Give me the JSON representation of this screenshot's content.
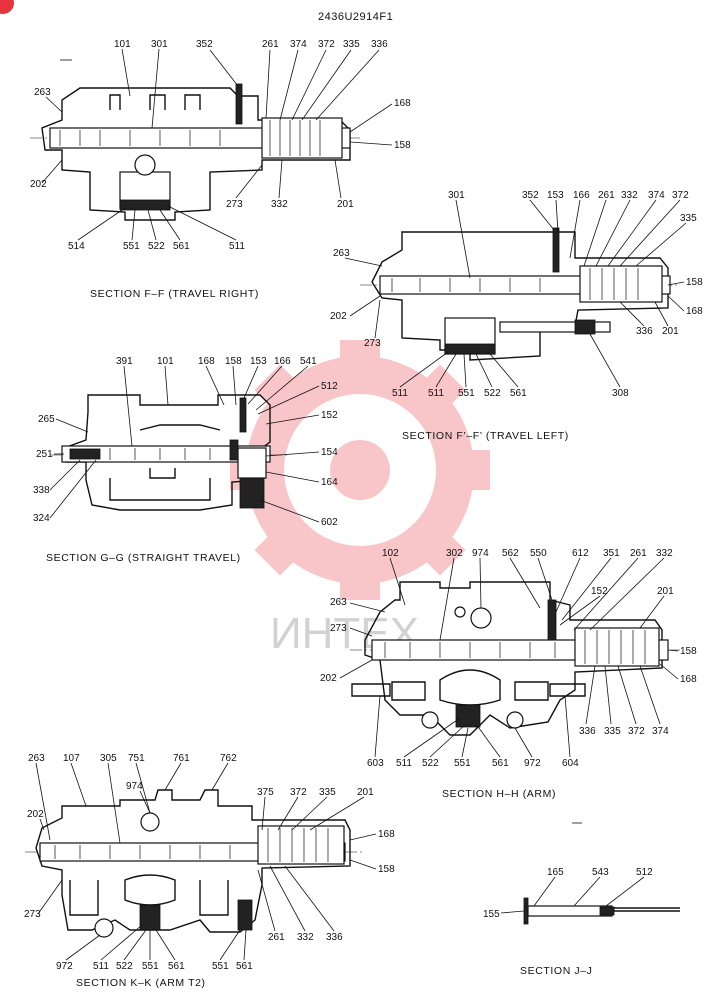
{
  "drawing_number": "2436U2914F1",
  "watermark_text": "ИНТЕХ",
  "colors": {
    "line": "#111111",
    "watermark": "#e8343f",
    "badge": "#e8343f"
  },
  "sections": {
    "ff": {
      "title": "SECTION   F–F  (TRAVEL RIGHT)",
      "parts": [
        "101",
        "301",
        "352",
        "261",
        "374",
        "372",
        "335",
        "336",
        "263",
        "168",
        "158",
        "202",
        "273",
        "332",
        "201",
        "514",
        "551",
        "522",
        "561",
        "511"
      ]
    },
    "ffp": {
      "title": "SECTION   F’–F’  (TRAVEL LEFT)",
      "parts": [
        "301",
        "352",
        "153",
        "166",
        "261",
        "332",
        "374",
        "372",
        "335",
        "263",
        "158",
        "168",
        "202",
        "201",
        "336",
        "273",
        "511",
        "511",
        "551",
        "522",
        "561",
        "308"
      ]
    },
    "gg": {
      "title": "SECTION   G–G    (STRAIGHT TRAVEL)",
      "parts": [
        "391",
        "101",
        "168",
        "158",
        "153",
        "166",
        "541",
        "512",
        "265",
        "152",
        "251",
        "154",
        "338",
        "164",
        "324",
        "602"
      ]
    },
    "hh": {
      "title": "SECTION   H–H   (ARM)",
      "parts": [
        "102",
        "302",
        "974",
        "562",
        "550",
        "612",
        "351",
        "261",
        "332",
        "152",
        "201",
        "263",
        "273",
        "158",
        "168",
        "202",
        "336",
        "335",
        "372",
        "374",
        "603",
        "511",
        "522",
        "551",
        "561",
        "972",
        "604"
      ]
    },
    "kk": {
      "title": "SECTION   K–K   (ARM  T2)",
      "parts": [
        "263",
        "107",
        "305",
        "751",
        "761",
        "762",
        "974",
        "375",
        "372",
        "335",
        "201",
        "202",
        "168",
        "158",
        "273",
        "261",
        "332",
        "336",
        "972",
        "511",
        "522",
        "551",
        "561",
        "551",
        "561"
      ]
    },
    "jj": {
      "title": "SECTION   J–J",
      "parts": [
        "165",
        "543",
        "512",
        "155"
      ]
    }
  }
}
